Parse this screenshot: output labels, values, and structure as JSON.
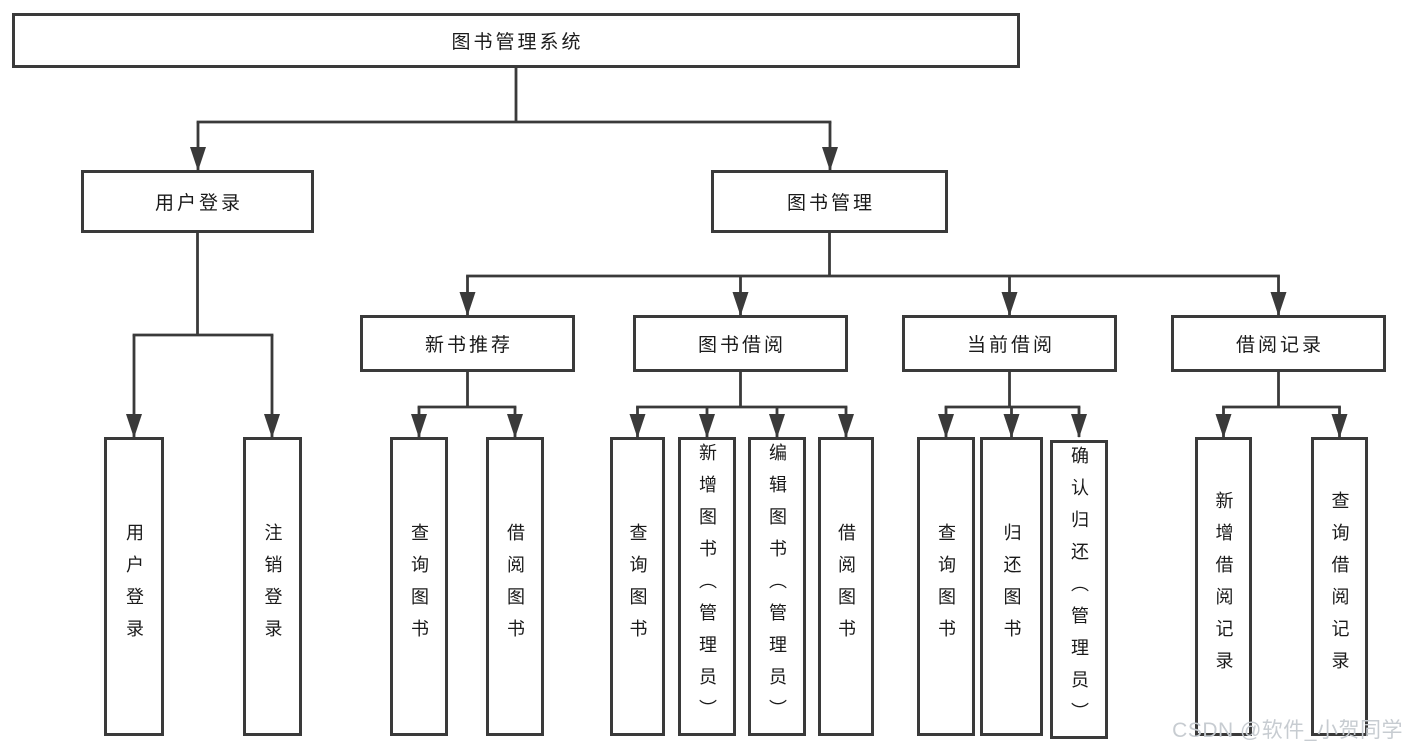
{
  "diagram": {
    "root": {
      "label": "图书管理系统"
    },
    "branches": [
      {
        "label": "用户登录",
        "children": [
          {
            "label": "用户登录"
          },
          {
            "label": "注销登录"
          }
        ]
      },
      {
        "label": "图书管理",
        "children": [
          {
            "label": "新书推荐",
            "children": [
              {
                "label": "查询图书"
              },
              {
                "label": "借阅图书"
              }
            ]
          },
          {
            "label": "图书借阅",
            "children": [
              {
                "label": "查询图书"
              },
              {
                "label": "新增图书（管理员）"
              },
              {
                "label": "编辑图书（管理员）"
              },
              {
                "label": "借阅图书"
              }
            ]
          },
          {
            "label": "当前借阅",
            "children": [
              {
                "label": "查询图书"
              },
              {
                "label": "归还图书"
              },
              {
                "label": "确认归还（管理员）"
              }
            ]
          },
          {
            "label": "借阅记录",
            "children": [
              {
                "label": "新增借阅记录"
              },
              {
                "label": "查询借阅记录"
              }
            ]
          }
        ]
      }
    ]
  },
  "watermark": {
    "text": "CSDN @软件_小贺同学"
  },
  "colors": {
    "line": "#3a3a3a",
    "node_border": "#3a3a3a",
    "node_fill": "#ffffff",
    "text": "#1a1a1a",
    "watermark_text": "#c7ccd1"
  }
}
